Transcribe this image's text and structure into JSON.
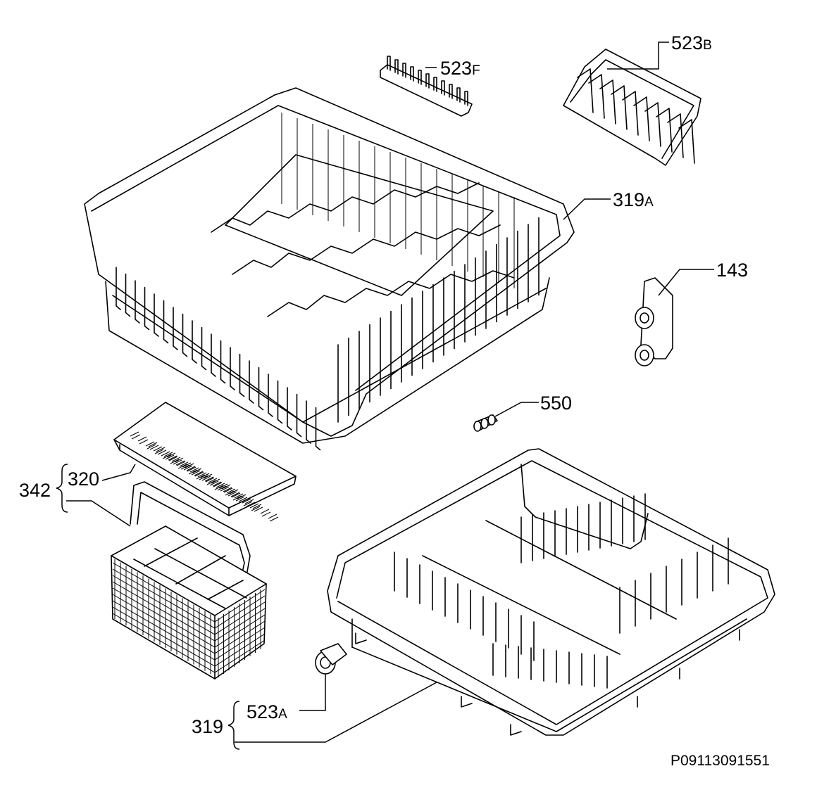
{
  "parts": {
    "p523F": {
      "number": "523",
      "suffix": "F"
    },
    "p523B": {
      "number": "523",
      "suffix": "B"
    },
    "p319A": {
      "number": "319",
      "suffix": "A"
    },
    "p143": {
      "number": "143"
    },
    "p550": {
      "number": "550"
    },
    "p320": {
      "number": "320"
    },
    "p342": {
      "number": "342"
    },
    "p523A": {
      "number": "523",
      "suffix": "A"
    },
    "p319": {
      "number": "319"
    }
  },
  "footer_code": "P09113091551",
  "colors": {
    "line": "#000000",
    "background": "#ffffff"
  }
}
